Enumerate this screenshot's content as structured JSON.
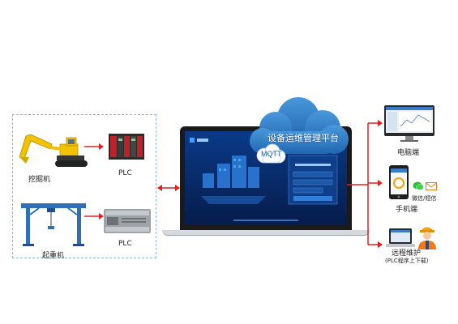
{
  "left_group": {
    "excavator_label": "挖掘机",
    "crane_label": "起重机",
    "plc_top_label": "PLC",
    "plc_bottom_label": "PLC"
  },
  "cloud": {
    "title": "设备运维管理平台",
    "protocol": "MQTT"
  },
  "right_group": {
    "pc_label": "电脑端",
    "mobile_label": "手机端",
    "wechat_label": "微信/短信",
    "remote_label": "远程维护",
    "remote_sublabel": "(PLC程序上下载)"
  },
  "colors": {
    "arrow_red": "#e02020",
    "cloud_blue": "#2f7fc8",
    "laptop_screen": "#0a2a6a",
    "machine_yellow": "#f2c200",
    "crane_blue": "#2e6fb8"
  }
}
